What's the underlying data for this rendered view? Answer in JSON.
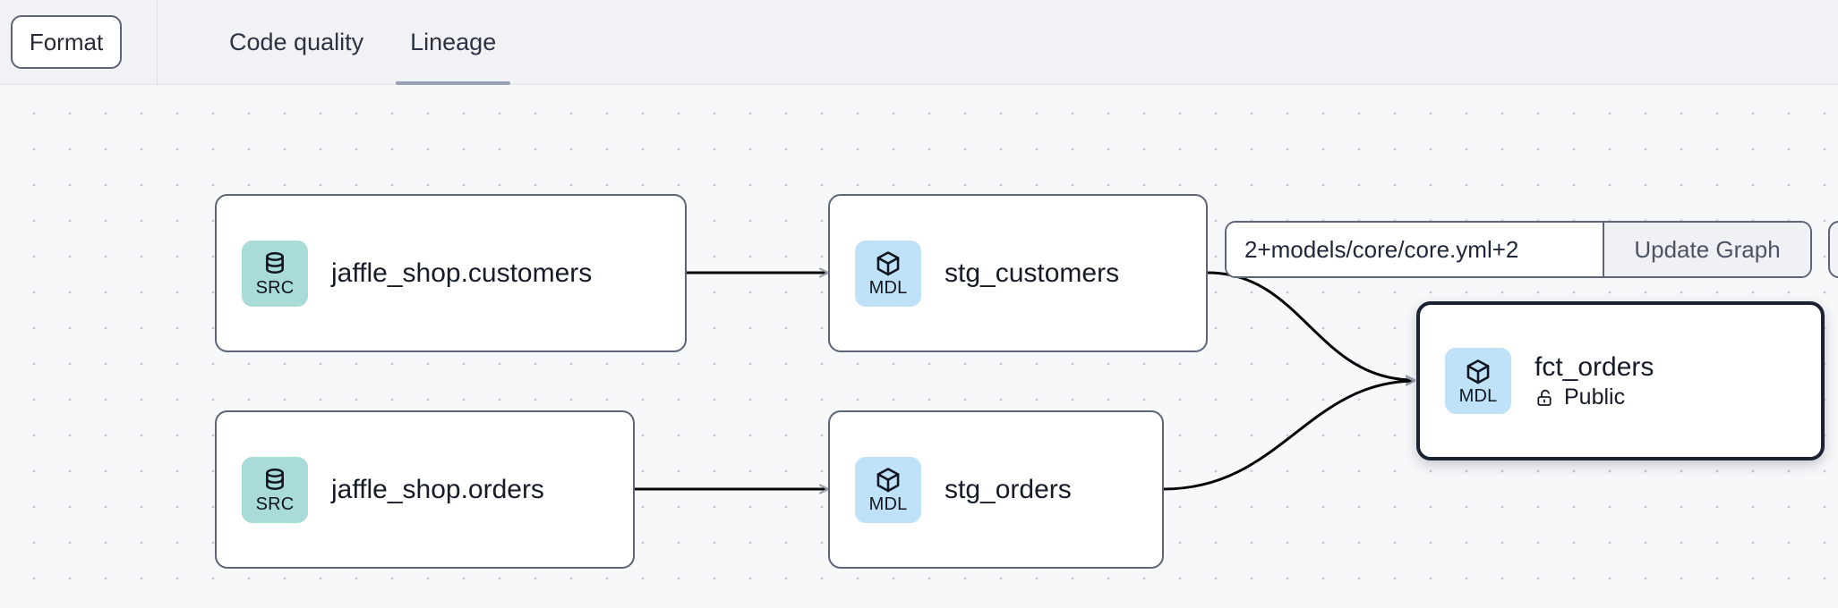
{
  "toolbar": {
    "format_label": "Format",
    "tabs": [
      {
        "label": "Code quality",
        "active": false
      },
      {
        "label": "Lineage",
        "active": true
      }
    ]
  },
  "lineage_controls": {
    "selector_value": "2+models/core/core.yml+2",
    "selector_placeholder": "2+models/core/core.yml+2",
    "update_graph_label": "Update Graph"
  },
  "graph": {
    "nodes": [
      {
        "id": "jaffle_shop_customers",
        "title": "jaffle_shop.customers",
        "badge": "SRC",
        "badge_icon": "database-icon",
        "badge_color": "#a9dbd8",
        "selected": false,
        "subtitle": null
      },
      {
        "id": "stg_customers",
        "title": "stg_customers",
        "badge": "MDL",
        "badge_icon": "cube-icon",
        "badge_color": "#bfe2f8",
        "selected": false,
        "subtitle": null
      },
      {
        "id": "jaffle_shop_orders",
        "title": "jaffle_shop.orders",
        "badge": "SRC",
        "badge_icon": "database-icon",
        "badge_color": "#a9dbd8",
        "selected": false,
        "subtitle": null
      },
      {
        "id": "stg_orders",
        "title": "stg_orders",
        "badge": "MDL",
        "badge_icon": "cube-icon",
        "badge_color": "#bfe2f8",
        "selected": false,
        "subtitle": null
      },
      {
        "id": "fct_orders",
        "title": "fct_orders",
        "badge": "MDL",
        "badge_icon": "cube-icon",
        "badge_color": "#bfe2f8",
        "selected": true,
        "subtitle": "Public",
        "subtitle_icon": "unlocked-padlock-icon"
      }
    ],
    "edges": [
      {
        "from": "jaffle_shop_customers",
        "to": "stg_customers",
        "style": "straight"
      },
      {
        "from": "jaffle_shop_orders",
        "to": "stg_orders",
        "style": "straight"
      },
      {
        "from": "stg_customers",
        "to": "fct_orders",
        "style": "bezier"
      },
      {
        "from": "stg_orders",
        "to": "fct_orders",
        "style": "bezier"
      }
    ]
  },
  "colors": {
    "canvas_bg": "#f7f8fa",
    "toolbar_bg": "#f1f2f5",
    "node_border": "#5d6478",
    "node_border_selected": "#1b2233",
    "src_badge": "#a9dbd8",
    "mdl_badge": "#bfe2f8",
    "tab_underline": "#9aa3b5",
    "edge_stroke": "#000000",
    "grid_dot": "#c9ccd6"
  }
}
